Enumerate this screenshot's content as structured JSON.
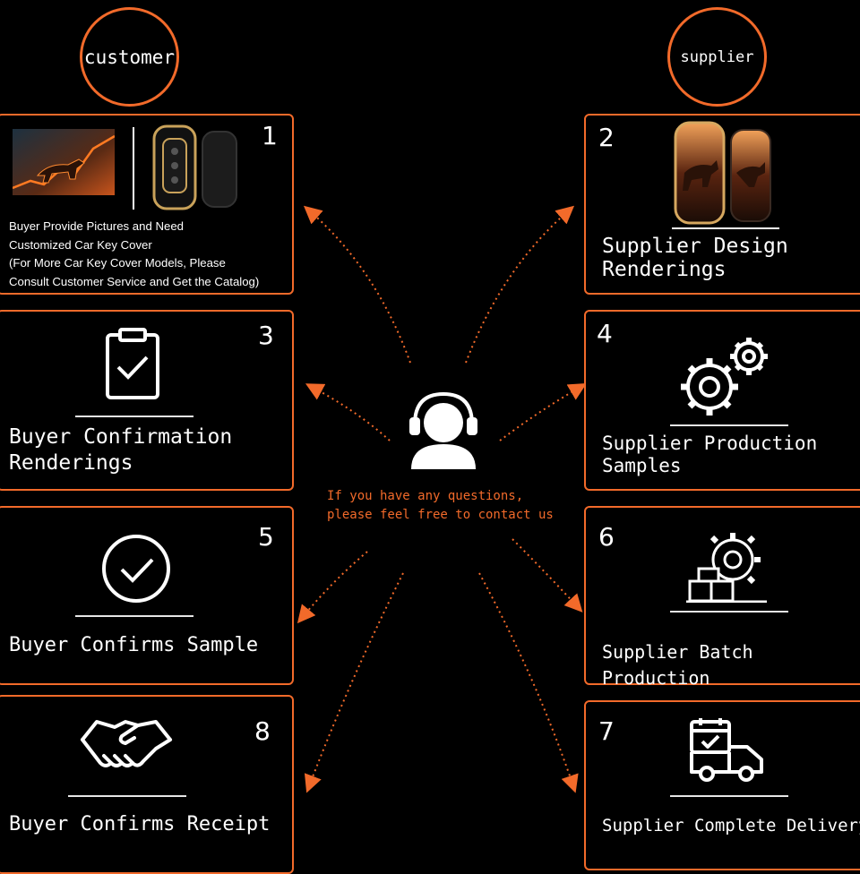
{
  "headers": {
    "customer": "customer",
    "supplier": "supplier"
  },
  "steps": [
    {
      "num": "1",
      "text": "Buyer Provide Pictures and Need\nCustomized Car Key Cover\n(For More Car Key Cover Models, Please\nConsult Customer Service and Get the Catalog)"
    },
    {
      "num": "2",
      "title": "Supplier Design\nRenderings"
    },
    {
      "num": "3",
      "title": "Buyer Confirmation\nRenderings"
    },
    {
      "num": "4",
      "title": "Supplier Production\nSamples"
    },
    {
      "num": "5",
      "title": "Buyer Confirms Sample"
    },
    {
      "num": "6",
      "title": "Supplier Batch Production"
    },
    {
      "num": "7",
      "title": "Supplier Complete Delivery"
    },
    {
      "num": "8",
      "title": "Buyer Confirms Receipt"
    }
  ],
  "center": {
    "contact_text": "If you have any questions,\nplease feel free to contact us"
  },
  "colors": {
    "accent": "#f26a2a",
    "background": "#000000",
    "text": "#ffffff"
  },
  "icons": [
    "bull-image",
    "car-key-cover-image",
    "clipboard-check-icon",
    "gears-icon",
    "check-circle-icon",
    "factory-boxes-icon",
    "delivery-truck-icon",
    "handshake-icon",
    "support-agent-icon"
  ]
}
